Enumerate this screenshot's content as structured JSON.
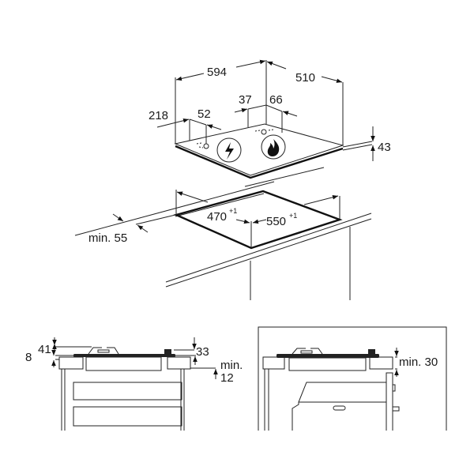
{
  "hob_top_view": {
    "width": "594",
    "depth": "510",
    "left_offset": "218",
    "left_burner_offset": "52",
    "center_offset_left": "37",
    "center_offset_right": "66",
    "height": "43",
    "icons": [
      "electric-icon",
      "gas-flame-icon"
    ]
  },
  "cutout": {
    "depth": "470",
    "depth_tolerance": "+1",
    "width": "550",
    "width_tolerance": "+1",
    "front_distance": "min. 55"
  },
  "section_drawer": {
    "plate_height": "8",
    "total_height": "41",
    "knob_height": "33",
    "clearance_label": "min.",
    "clearance_value": "12"
  },
  "section_oven": {
    "clearance": "min. 30"
  }
}
